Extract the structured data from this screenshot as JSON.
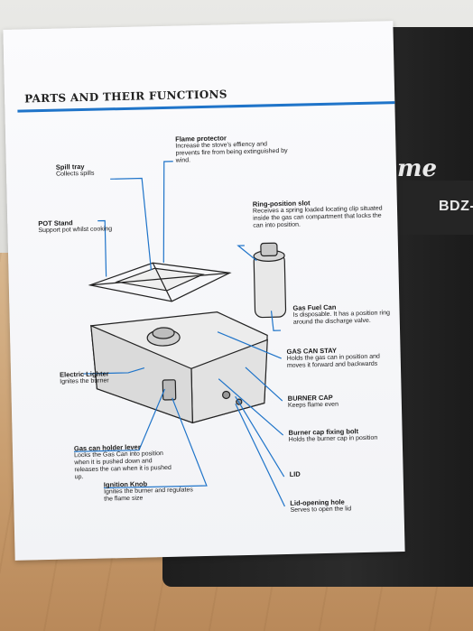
{
  "sheet": {
    "title": "PARTS AND THEIR FUNCTIONS",
    "parts": [
      {
        "name": "Flame protector",
        "desc": "Increase the stove's effiency and prevents fire from being extinguished by wind."
      },
      {
        "name": "Spill tray",
        "desc": "Collects spills"
      },
      {
        "name": "POT Stand",
        "desc": "Support pot whilst cooking"
      },
      {
        "name": "Ring-position slot",
        "desc": "Receives a spring loaded locating clip situated inside the gas can compartment that locks the can into position."
      },
      {
        "name": "Gas Fuel Can",
        "desc": "Is disposable. It has a position ring around the discharge valve."
      },
      {
        "name": "GAS CAN STAY",
        "desc": "Holds the gas can in position and moves it forward and backwards"
      },
      {
        "name": "Electric Lighter",
        "desc": "Ignites the burner"
      },
      {
        "name": "BURNER CAP",
        "desc": "Keeps flame even"
      },
      {
        "name": "Burner cap fixing bolt",
        "desc": "Holds the burner cap in position"
      },
      {
        "name": "Gas can holder lever",
        "desc": "Locks the Gas Can into position when it is pushed down and releases the can when it is pushed up."
      },
      {
        "name": "Ignition Knob",
        "desc": "Ignites the burner and regulates the flame size"
      },
      {
        "name": "LID",
        "desc": ""
      },
      {
        "name": "Lid-opening hole",
        "desc": "Serves to open the lid"
      }
    ]
  },
  "box": {
    "brand_fragment": "me",
    "model_fragment": "BDZ-"
  },
  "colors": {
    "leader_line": "#1f74c9",
    "paper": "#f6f7f9",
    "box": "#232323",
    "floor": "#c9a47a"
  }
}
